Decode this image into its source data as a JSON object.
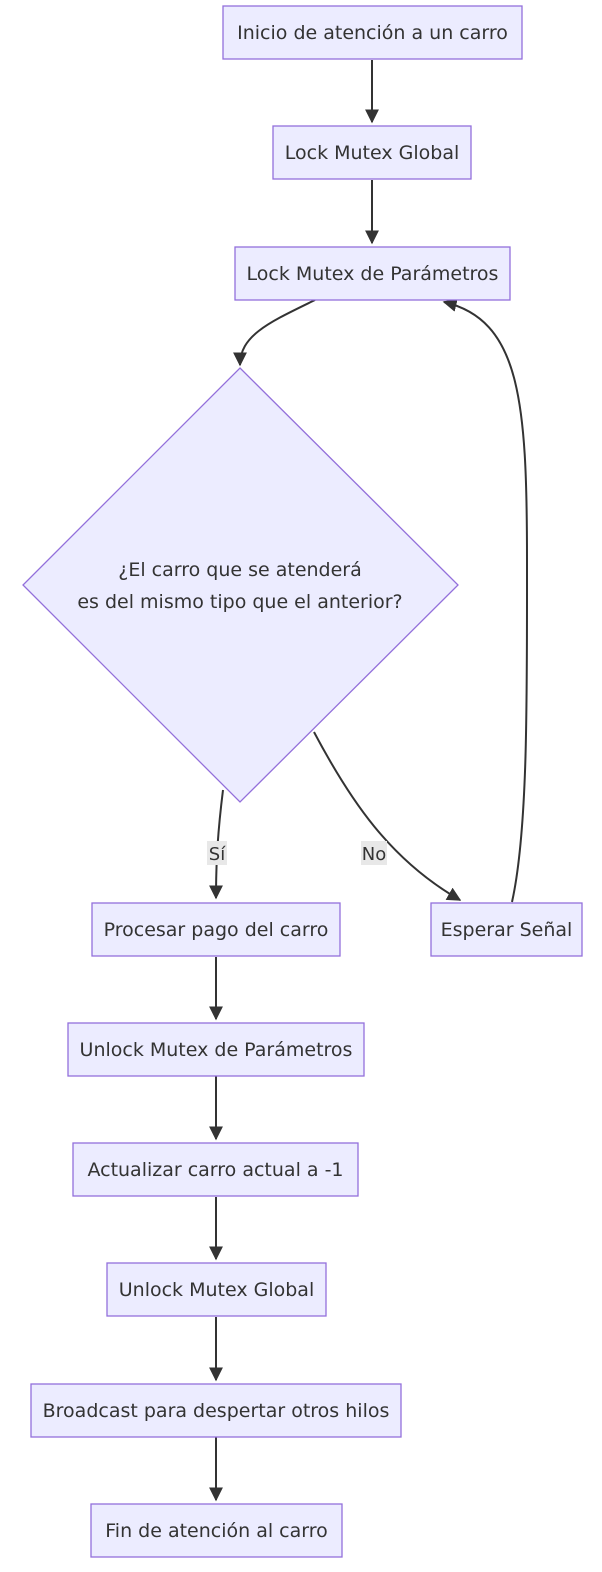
{
  "nodes": {
    "start": "Inicio de atención a un carro",
    "lock_global": "Lock Mutex Global",
    "lock_params": "Lock Mutex de Parámetros",
    "decision_line1": "¿El carro que se atenderá",
    "decision_line2": "es del mismo tipo que el anterior?",
    "process_payment": "Procesar pago del carro",
    "wait_signal": "Esperar Señal",
    "unlock_params": "Unlock Mutex de Parámetros",
    "update_current": "Actualizar carro actual a -1",
    "unlock_global": "Unlock Mutex Global",
    "broadcast": "Broadcast para despertar otros hilos",
    "end": "Fin de atención al carro"
  },
  "edges": {
    "yes_label": "Sí",
    "no_label": "No"
  },
  "colors": {
    "node_fill": "#ececff",
    "node_stroke": "#9370db",
    "edge": "#333333",
    "text": "#333333"
  }
}
